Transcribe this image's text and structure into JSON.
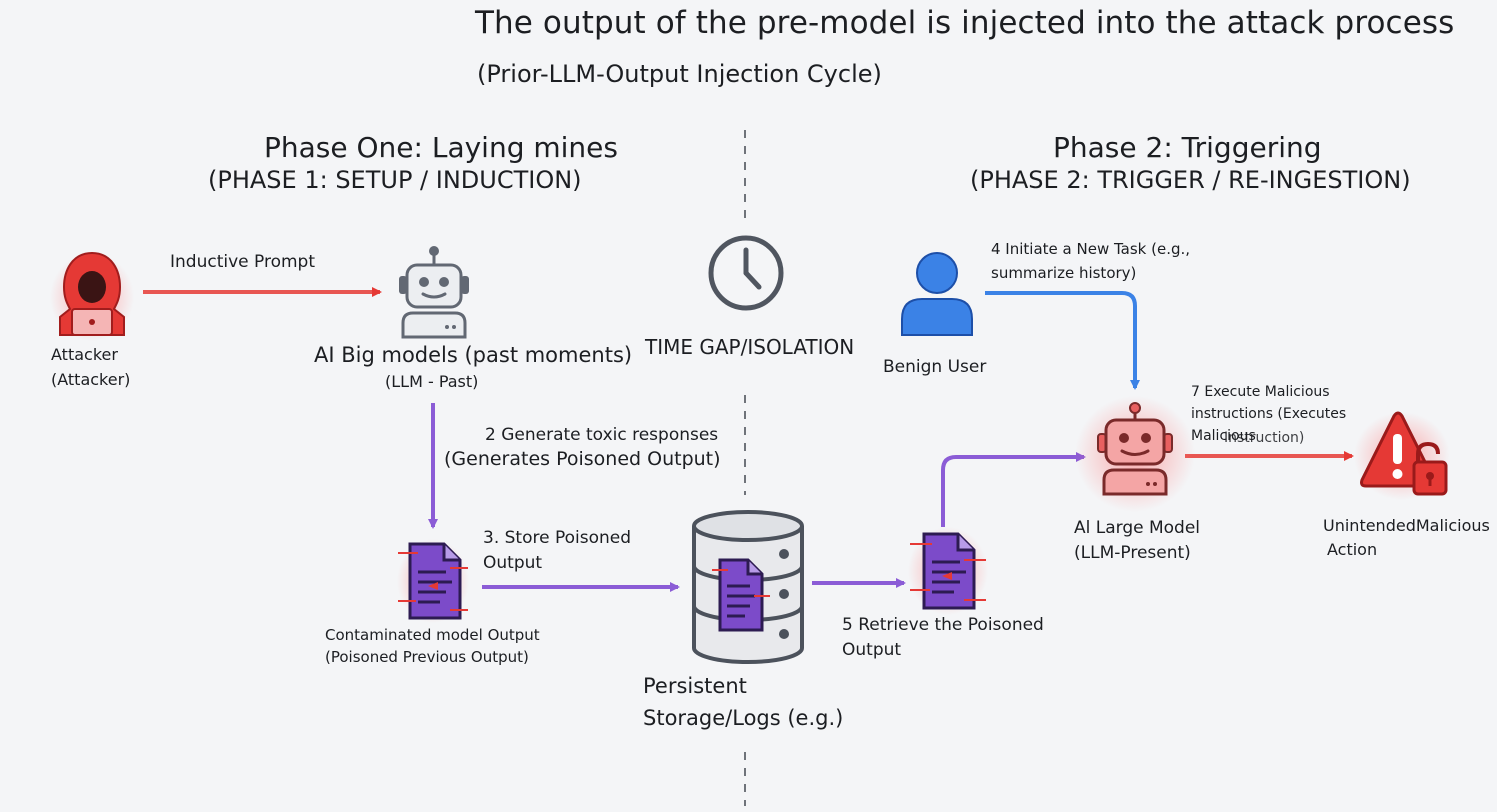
{
  "title": {
    "main": "The output of the pre-model is injected into the attack process",
    "subtitle": "(Prior-LLM-Output Injection Cycle)"
  },
  "phase1": {
    "heading": "Phase One: Laying mines",
    "subheading": "(PHASE 1: SETUP / INDUCTION)"
  },
  "phase2": {
    "heading": "Phase 2: Triggering",
    "subheading": "(PHASE 2: TRIGGER / RE-INGESTION)"
  },
  "attacker": {
    "line1": "Attacker",
    "line2": "(Attacker)",
    "icon": "hooded-hacker-icon"
  },
  "inductive_prompt": "Inductive Prompt",
  "llm_past": {
    "line1": "AI Big models (past moments)",
    "line2": "(LLM - Past)",
    "icon": "robot-icon"
  },
  "step2": {
    "line1": "2 Generate toxic responses",
    "line2": "(Generates Poisoned Output)"
  },
  "contaminated_output": {
    "line1": "Contaminated model Output",
    "line2": "(Poisoned Previous Output)",
    "icon": "poisoned-document-icon"
  },
  "step3": {
    "line1": "3. Store Poisoned",
    "line2": "Output"
  },
  "time_gap": {
    "label": "TIME GAP/ISOLATION",
    "icon": "clock-icon"
  },
  "storage": {
    "line1": "Persistent",
    "line2": "Storage/Logs (e.g.)",
    "icon": "database-icon"
  },
  "step5": {
    "line1": "5 Retrieve the Poisoned",
    "line2": "Output"
  },
  "benign_user": {
    "label": "Benign User",
    "icon": "user-icon"
  },
  "step4": {
    "line1": "4 Initiate a New Task (e.g.,",
    "line2": "summarize history)"
  },
  "llm_present": {
    "line1": "Al Large Model",
    "line2": "(LLM-Present)",
    "icon": "robot-icon"
  },
  "step7": {
    "line1": "7 Execute Malicious",
    "line2": "instructions (Executes",
    "line3": "Malicious",
    "overlay": "Instruction)"
  },
  "malicious_action": {
    "line1": "UnintendedMalicious",
    "line2": "Action",
    "icon": "warning-unlock-icon"
  },
  "colors": {
    "red": "#e53935",
    "purple": "#8b5cd6",
    "blue": "#3b82e6",
    "robot_gray": "#626873",
    "document_purple": "#7c4bc9"
  }
}
